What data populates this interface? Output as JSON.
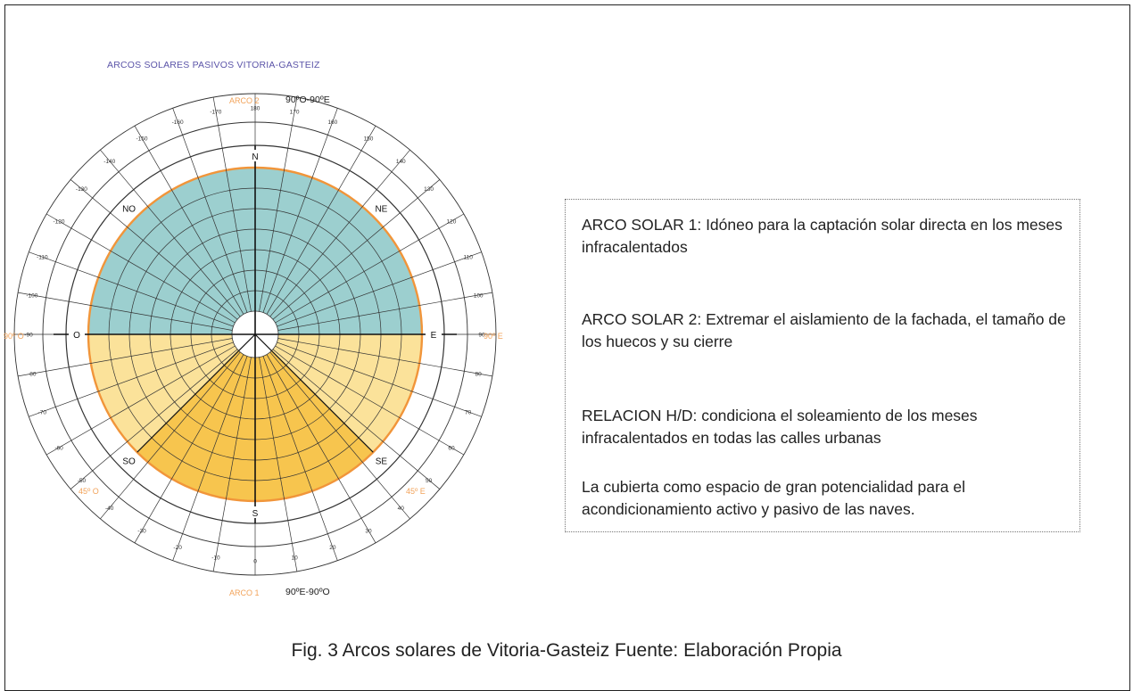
{
  "diagram": {
    "title": "ARCOS SOLARES PASIVOS VITORIA-GASTEIZ",
    "arc2_label": "ARCO 2",
    "arc2_range": "90ºO-90ºE",
    "arc1_label": "ARCO 1",
    "arc1_range": "90ºE-90ºO",
    "cardinals": {
      "N": "N",
      "NE": "NE",
      "E": "E",
      "SE": "SE",
      "S": "S",
      "SO": "SO",
      "O": "O",
      "NO": "NO"
    },
    "side_tags": {
      "west": "90º O",
      "east": "90º E",
      "southwest": "45º O",
      "southeast": "45º E"
    },
    "azimuth_ticks": [
      "180",
      "170",
      "160",
      "150",
      "140",
      "130",
      "120",
      "110",
      "100",
      "90",
      "80",
      "70",
      "60",
      "50",
      "40",
      "30",
      "20",
      "10",
      "0",
      "-10",
      "-20",
      "-30",
      "-40",
      "-50",
      "-60",
      "-70",
      "-80",
      "-90",
      "-100",
      "-110",
      "-120",
      "-130",
      "-140",
      "-150",
      "-160",
      "-170"
    ],
    "colors": {
      "upper_half": "#9ccfcf",
      "lower_half": "#fbe29a",
      "south_sector": "#f7c54e",
      "rim": "#f1953a",
      "grid": "#333333"
    }
  },
  "info": {
    "item1": "ARCO SOLAR 1:   Idóneo para la captación solar directa  en los meses infracalentados",
    "item2": "ARCO SOLAR 2: Extremar el aislamiento de la fachada, el tamaño de los huecos y su cierre",
    "item3": "RELACION H/D:  condiciona el soleamiento de los meses infracalentados en todas las calles urbanas",
    "item4": "La cubierta como espacio de gran potencialidad para el acondicionamiento activo y pasivo de las naves."
  },
  "caption": "Fig. 3 Arcos solares de Vitoria-Gasteiz Fuente: Elaboración Propia"
}
